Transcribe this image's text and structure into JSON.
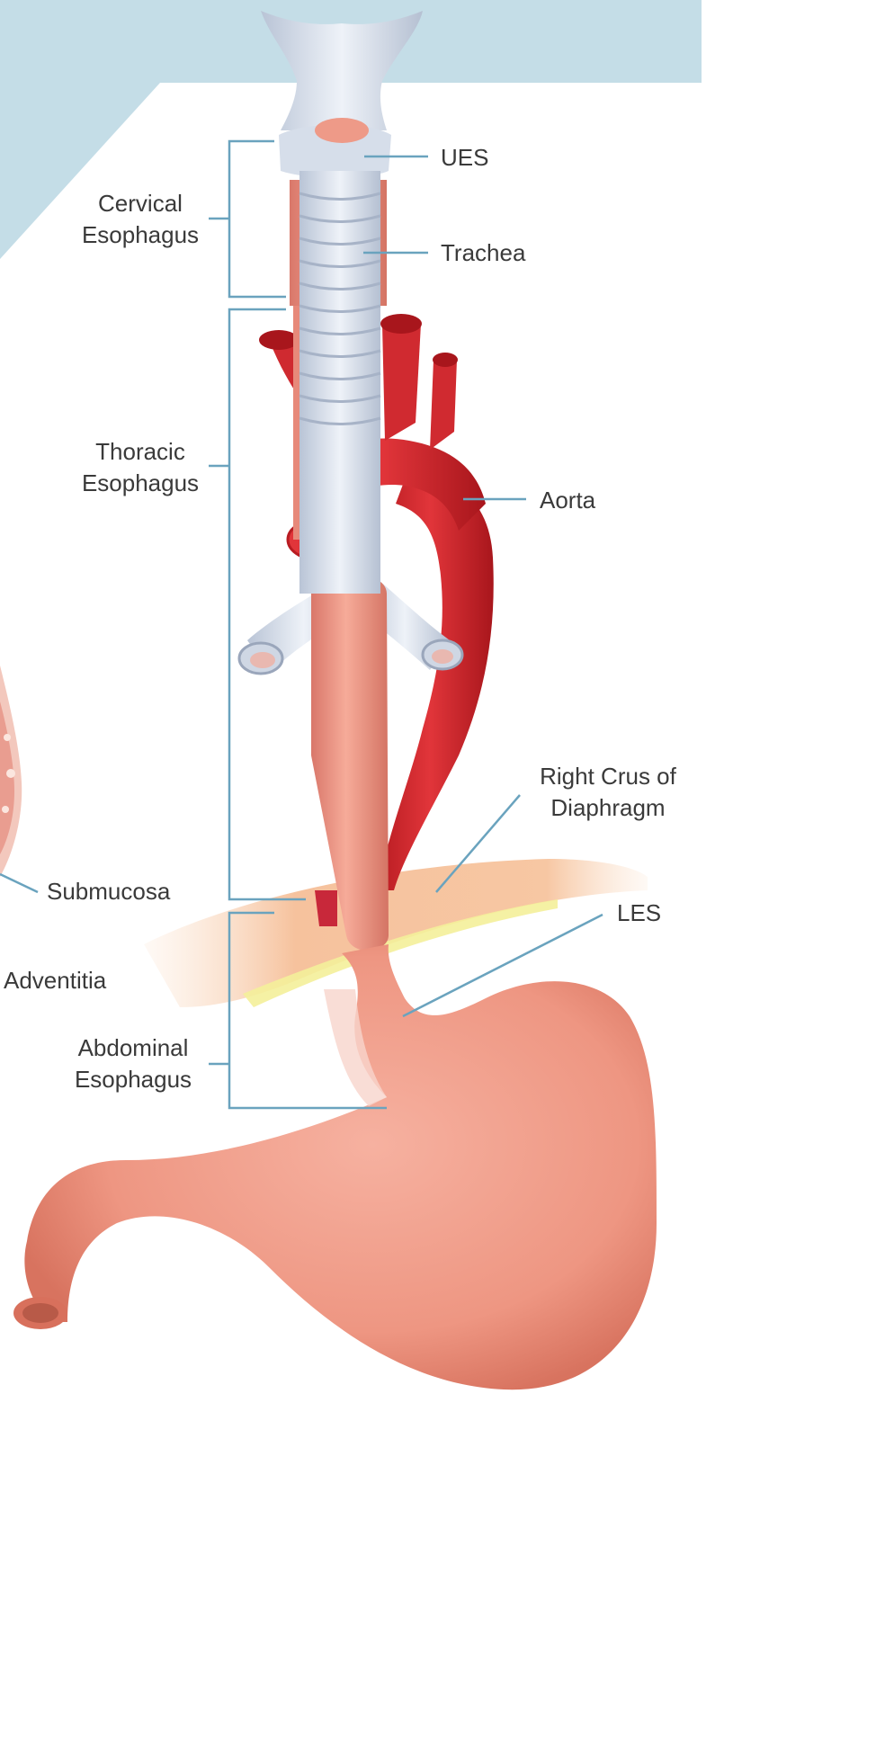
{
  "labels": {
    "ues": "UES",
    "trachea": "Trachea",
    "aorta": "Aorta",
    "right_crus": {
      "line1": "Right Crus of",
      "line2": "Diaphragm"
    },
    "les": "LES",
    "submucosa": "Submucosa",
    "adventitia": "Adventitia",
    "cervical": {
      "line1": "Cervical",
      "line2": "Esophagus"
    },
    "thoracic": {
      "line1": "Thoracic",
      "line2": "Esophagus"
    },
    "abdominal": {
      "line1": "Abdominal",
      "line2": "Esophagus"
    }
  },
  "colors": {
    "background_band": "#c4dde7",
    "leader_line": "#6aa3be",
    "text": "#3a3a3a",
    "aorta": "#d92c32",
    "esophagus": "#ef9b88",
    "stomach": "#ef9784",
    "trachea": "#dde4ee",
    "diaphragm": "#f7c9a6",
    "diaphragm_fat": "#f4ef9a"
  }
}
